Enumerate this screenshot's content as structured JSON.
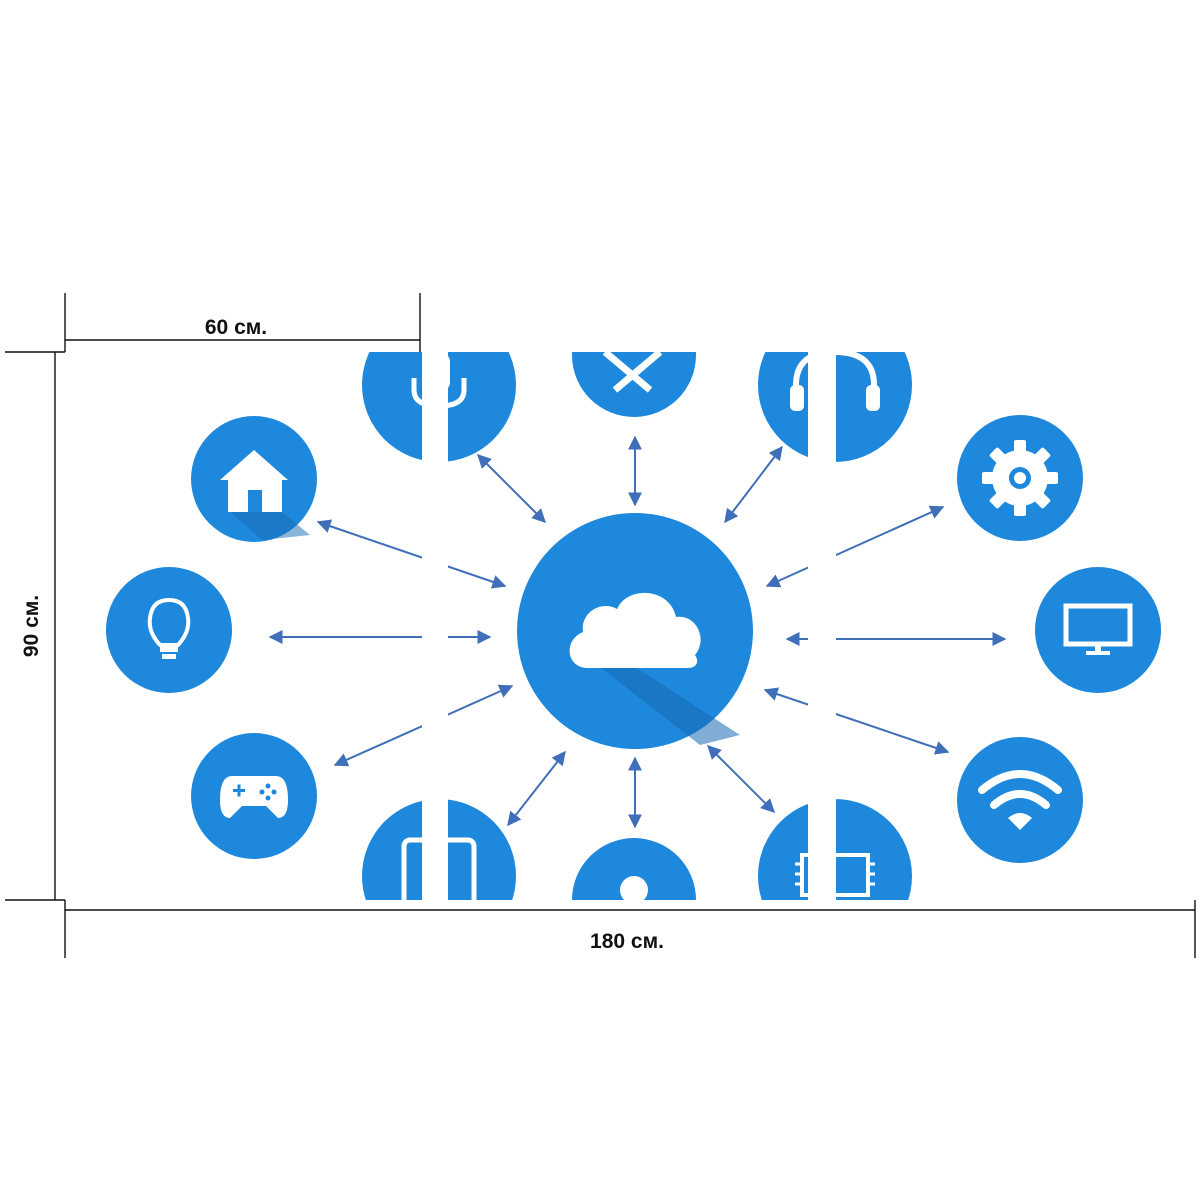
{
  "dimensions": {
    "panel_width_label": "60 см.",
    "height_label": "90 см.",
    "total_width_label": "180 см."
  },
  "layout": {
    "panel_count": 3
  },
  "colors": {
    "accent_blue": "#1e88dc",
    "arrow_blue": "#3e6fb8",
    "shadow_blue": "#1569b3",
    "background": "#ffffff",
    "dimension_lines": "#111111"
  },
  "hub": {
    "icon": "cloud-icon"
  },
  "nodes": [
    {
      "icon": "microphone-icon"
    },
    {
      "icon": "tools-icon"
    },
    {
      "icon": "headphones-icon"
    },
    {
      "icon": "home-icon"
    },
    {
      "icon": "gear-icon"
    },
    {
      "icon": "lightbulb-icon"
    },
    {
      "icon": "monitor-icon"
    },
    {
      "icon": "gamepad-icon"
    },
    {
      "icon": "wifi-icon"
    },
    {
      "icon": "smartphone-icon"
    },
    {
      "icon": "location-icon"
    },
    {
      "icon": "chip-icon"
    }
  ]
}
